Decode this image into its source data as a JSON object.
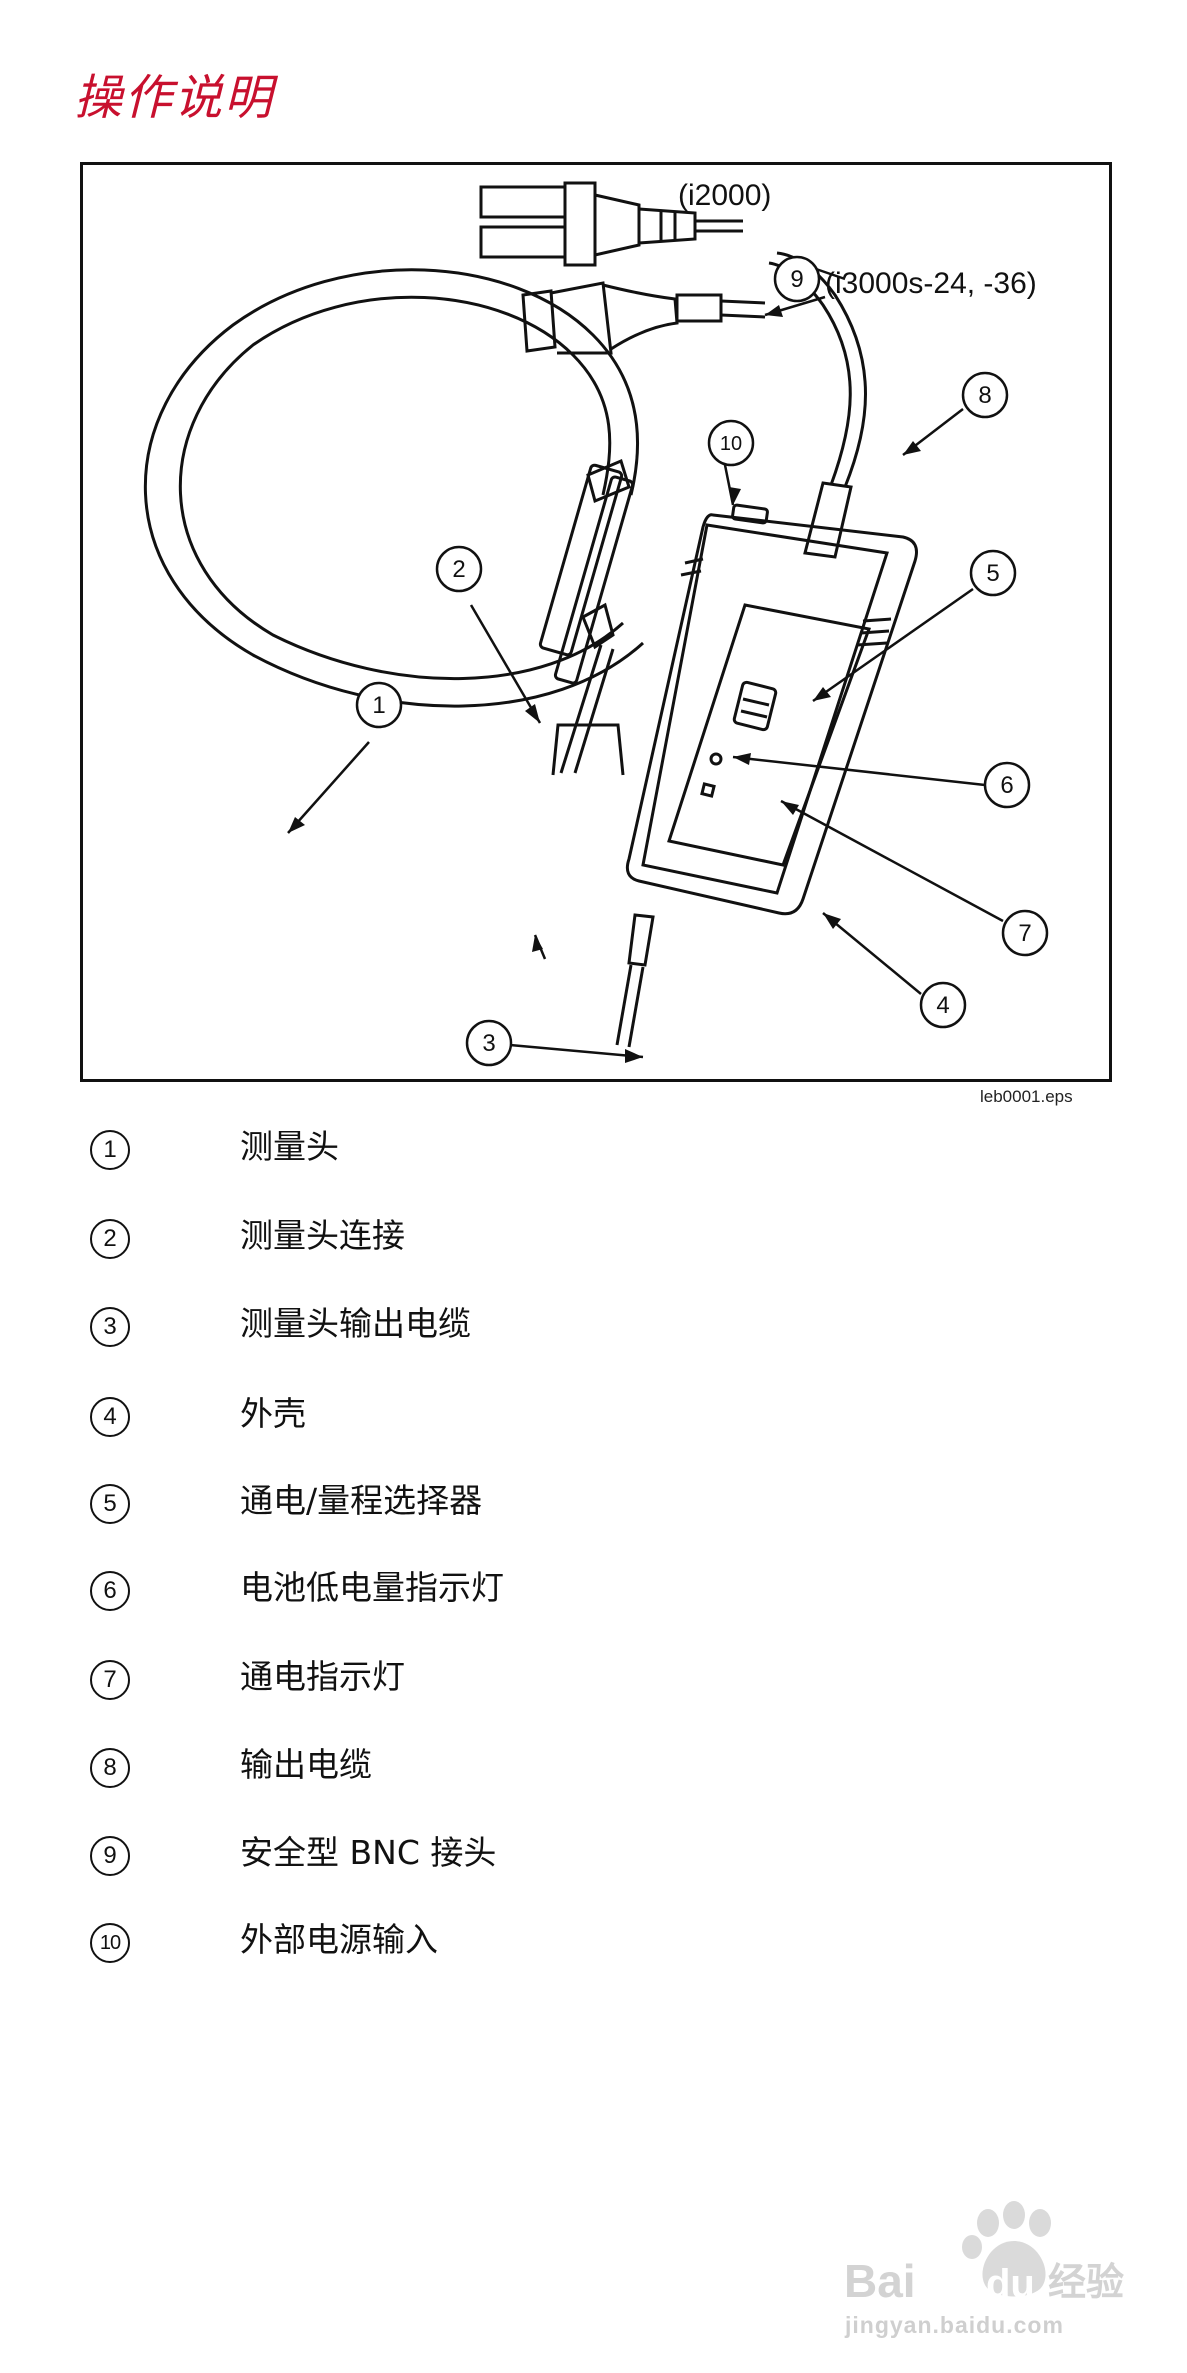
{
  "title": "操作说明",
  "figure": {
    "model_top": "(i2000)",
    "model_bottom": "(i3000s-24, -36)",
    "callouts": [
      "1",
      "2",
      "3",
      "4",
      "5",
      "6",
      "7",
      "8",
      "9",
      "10"
    ],
    "file_id": "leb0001.eps"
  },
  "legend": [
    {
      "num": "1",
      "text": "测量头"
    },
    {
      "num": "2",
      "text": "测量头连接"
    },
    {
      "num": "3",
      "text": "测量头输出电缆"
    },
    {
      "num": "4",
      "text": "外壳"
    },
    {
      "num": "5",
      "text": "通电/量程选择器"
    },
    {
      "num": "6",
      "text": "电池低电量指示灯"
    },
    {
      "num": "7",
      "text": "通电指示灯"
    },
    {
      "num": "8",
      "text": "输出电缆"
    },
    {
      "num": "9",
      "text": "安全型 BNC 接头"
    },
    {
      "num": "10",
      "text": "外部电源输入"
    }
  ],
  "watermark": {
    "brand_left": "Bai",
    "brand_right": "du",
    "brand_cn": "经验",
    "url": "jingyan.baidu.com"
  },
  "colors": {
    "title": "#c8102e",
    "line": "#111111",
    "watermark": "#d3d3d3"
  }
}
